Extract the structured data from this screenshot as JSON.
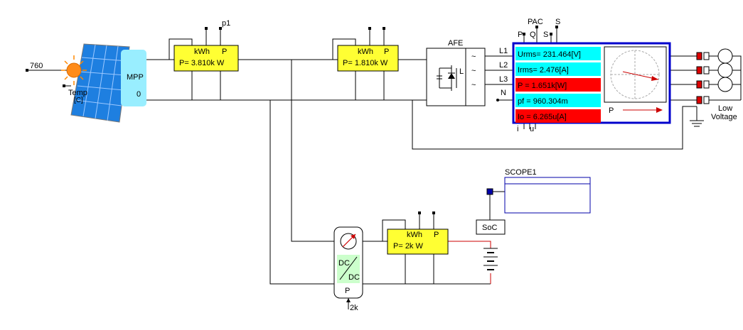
{
  "source": {
    "value": "760",
    "temp_label": "Temp",
    "temp_unit": "[C]"
  },
  "mpp": {
    "label": "MPP",
    "zero": "0"
  },
  "meter1": {
    "kwh": "kWh",
    "p": "P",
    "reading": "P= 3.810k W",
    "probe": "p1"
  },
  "meter2": {
    "kwh": "kWh",
    "p": "P",
    "reading": "P= 1.810k W"
  },
  "meter3": {
    "kwh": "kWh",
    "p": "P",
    "reading": "P= 2k W"
  },
  "afe": {
    "label": "AFE",
    "L": "L",
    "sine": "~"
  },
  "phases": {
    "l1": "L1",
    "l2": "L2",
    "l3": "L3",
    "n": "N"
  },
  "pac": {
    "label": "PAC",
    "p": "P",
    "q": "Q",
    "s1": "S",
    "s2": "S",
    "i": "i",
    "u": "u"
  },
  "analyzer": {
    "rows": [
      {
        "text": "Urms= 231.464[V]",
        "color": "#00ffff"
      },
      {
        "text": "Irms= 2.476[A]",
        "color": "#00ffff"
      },
      {
        "text": "P   = 1.651k[W]",
        "color": "#ff0000"
      },
      {
        "text": "pf  = 960.304m",
        "color": "#00ffff"
      },
      {
        "text": "Io  = 6.265u[A]",
        "color": "#ff0000"
      }
    ],
    "p_label": "P",
    "border_color": "#0000cc"
  },
  "grid": {
    "label_line1": "Low",
    "label_line2": "Voltage"
  },
  "scope": {
    "label": "SCOPE1"
  },
  "soc": {
    "label": "SoC"
  },
  "dcdc": {
    "dc1": "DC",
    "dc2": "DC",
    "p": "P",
    "setpoint": "2k"
  }
}
